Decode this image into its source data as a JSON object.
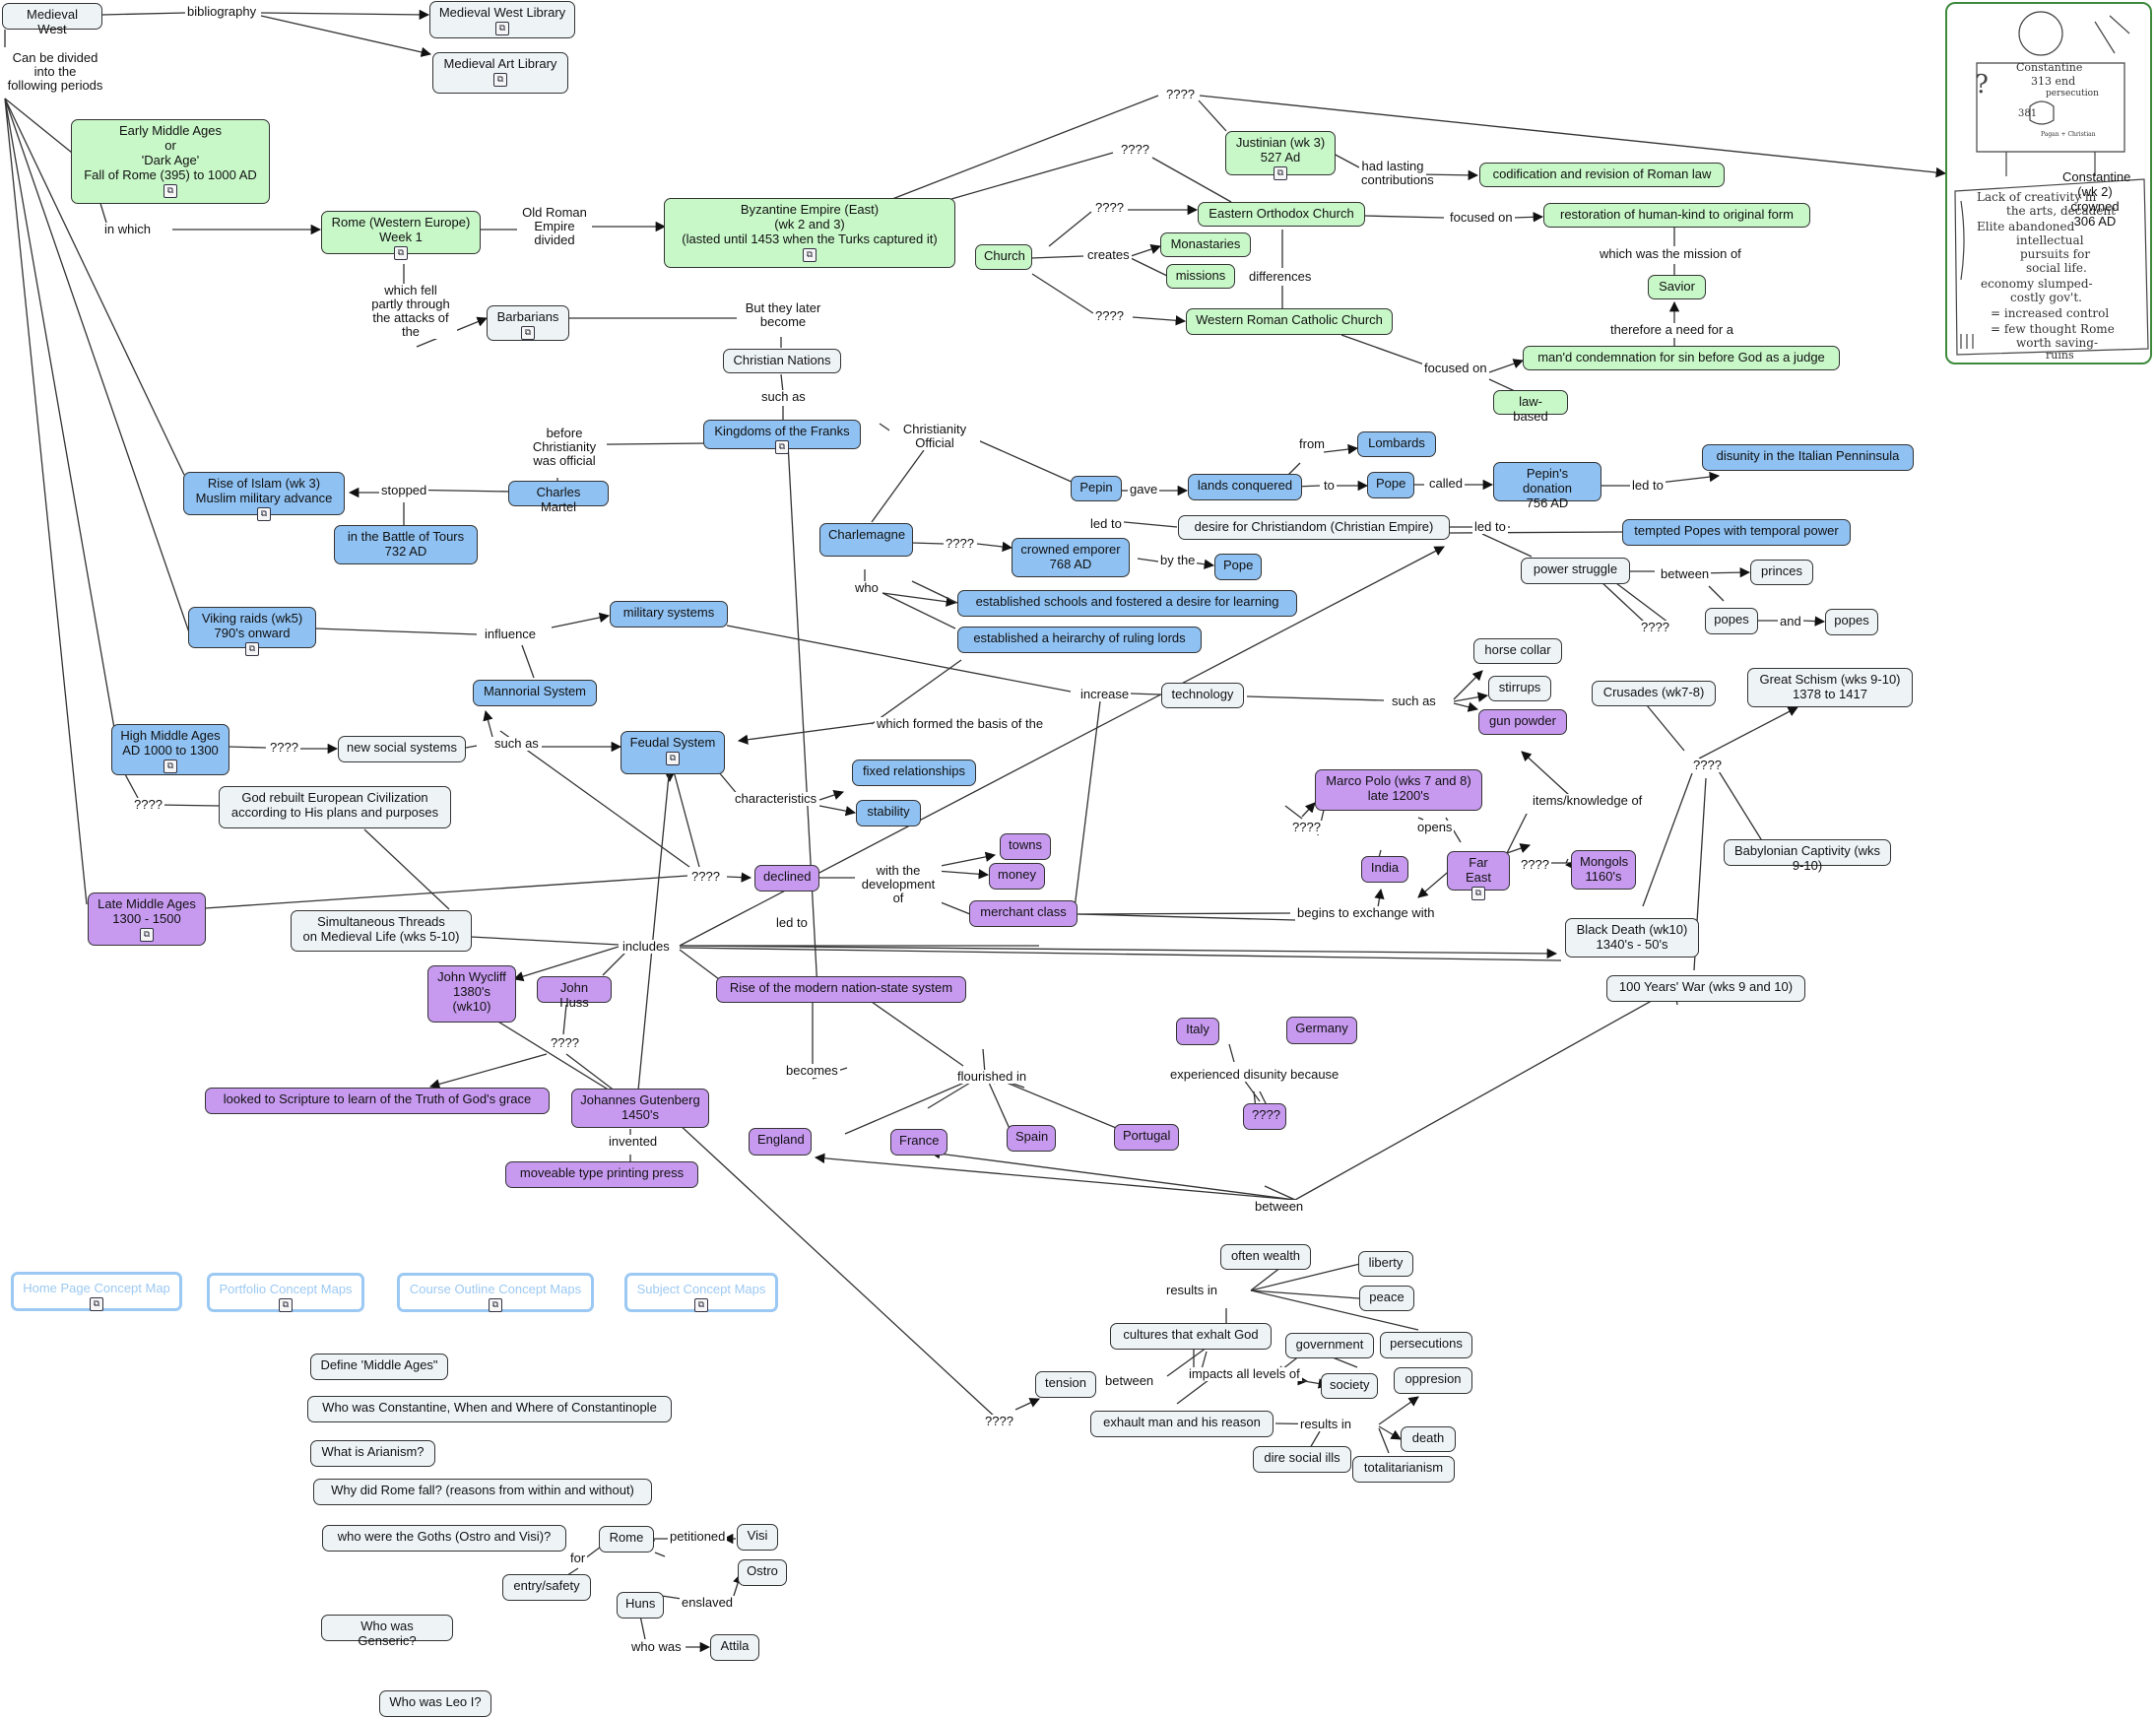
{
  "nodes": {
    "medieval_west": "Medieval West",
    "mw_library": "Medieval West Library",
    "ma_library": "Medieval Art Library",
    "early_ma": "Early Middle Ages\nor\n'Dark Age'\nFall of Rome (395) to 1000 AD",
    "rome_west": "Rome (Western Europe)\nWeek 1",
    "byzantine": "Byzantine Empire (East)\n(wk 2 and 3)\n(lasted until 1453 when the Turks captured it)",
    "barbarians": "Barbarians",
    "christian_nations": "Christian Nations",
    "justinian": "Justinian (wk 3)\n527 Ad",
    "codification": "codification and revision of Roman law",
    "eastern_orthodox": "Eastern Orthodox Church",
    "restoration": "restoration of human-kind to original form",
    "church": "Church",
    "monastaries": "Monastaries",
    "missions": "missions",
    "savior": "Savior",
    "western_catholic": "Western Roman Catholic Church",
    "condemnation": "man'd condemnation for sin before God as a judge",
    "law_based": "law-based",
    "constantine_note": "Constantine (wk 2)\ncrowned 306 AD",
    "franks": "Kingdoms of the Franks",
    "rise_islam": "Rise of Islam (wk 3)\nMuslim military advance",
    "charles_martel": "Charles Martel",
    "battle_tours": "in the Battle of Tours\n732 AD",
    "pepin": "Pepin",
    "lands_conquered": "lands conquered",
    "lombards": "Lombards",
    "pope1": "Pope",
    "pepins_donation": "Pepin's donation\n756 AD",
    "disunity_italian": "disunity in the Italian Penninsula",
    "charlemagne": "Charlemagne",
    "crowned_emporer": "crowned emporer\n768 AD",
    "pope2": "Pope",
    "desire_christiandom": "desire for Christiandom (Christian Empire)",
    "tempted_popes": "tempted Popes with temporal power",
    "power_struggle": "power struggle",
    "princes": "princes",
    "popes1": "popes",
    "popes2": "popes",
    "schools": "established schools and fostered a desire for learning",
    "hierarchy": "established a heirarchy of ruling lords",
    "viking": "Viking raids (wk5)\n790's onward",
    "military_systems": "military systems",
    "mannorial": "Mannorial System",
    "technology": "technology",
    "horse_collar": "horse collar",
    "stirrups": "stirrups",
    "gun_powder": "gun powder",
    "crusades": "Crusades (wk7-8)",
    "great_schism": "Great Schism (wks 9-10)\n1378 to 1417",
    "high_ma": "High Middle Ages\nAD 1000 to 1300",
    "new_social": "new social systems",
    "feudal": "Feudal System",
    "god_rebuilt": "God rebuilt European Civilization\naccording to His plans and purposes",
    "fixed_rel": "fixed relationships",
    "stability": "stability",
    "marco_polo": "Marco Polo (wks 7 and 8)\nlate 1200's",
    "babylonian": "Babylonian Captivity (wks 9-10)",
    "towns": "towns",
    "money": "money",
    "declined": "declined",
    "merchant": "merchant class",
    "india": "India",
    "far_east": "Far East",
    "mongols": "Mongols\n1160's",
    "late_ma": "Late Middle Ages\n1300 - 1500",
    "sim_threads": "Simultaneous Threads\non Medieval Life (wks 5-10)",
    "black_death": "Black Death (wk10)\n1340's - 50's",
    "wycliff": "John Wycliff\n1380's\n(wk10)",
    "huss": "John Huss",
    "nation_state": "Rise of the modern nation-state system",
    "hundred_years": "100 Years' War (wks 9 and 10)",
    "italy": "Italy",
    "germany": "Germany",
    "q_purple": "????",
    "scripture": "looked to Scripture to learn of the Truth of God's grace",
    "gutenberg": "Johannes Gutenberg\n1450's",
    "england": "England",
    "france": "France",
    "spain": "Spain",
    "portugal": "Portugal",
    "printing_press": "moveable type printing press",
    "often_wealth": "often wealth",
    "liberty": "liberty",
    "peace": "peace",
    "cultures_god": "cultures that exhalt God",
    "government": "government",
    "persecutions": "persecutions",
    "tension": "tension",
    "society": "society",
    "oppresion": "oppresion",
    "exhault_man": "exhault man and his reason",
    "death": "death",
    "dire_social": "dire social ills",
    "totalitarianism": "totalitarianism",
    "q_define": "Define 'Middle Ages\"",
    "q_constantine": "Who was Constantine, When and Where of Constantinople",
    "q_arianism": "What is Arianism?",
    "q_rome_fall": "Why did Rome fall? (reasons from within and without)",
    "q_goths": "who were the Goths (Ostro and Visi)?",
    "rome2": "Rome",
    "visi": "Visi",
    "ostro": "Ostro",
    "entry_safety": "entry/safety",
    "huns": "Huns",
    "attila": "Attila",
    "q_genseric": "Who was Genseric?",
    "q_leo": "Who was Leo I?"
  },
  "nav": {
    "home": "Home Page Concept Map",
    "portfolio": "Portfolio Concept Maps",
    "course": "Course Outline Concept Maps",
    "subject": "Subject Concept Maps"
  },
  "labels": {
    "bibliography": "bibliography",
    "divided": "Can be divided\ninto the\nfollowing periods",
    "in_which": "in which",
    "old_rome": "Old Roman\nEmpire\ndivided",
    "which_fell": "which fell\npartly through\nthe attacks of\nthe",
    "but_later": "But they later\nbecome",
    "such_as1": "such as",
    "q_top": "????",
    "q_justinian": "????",
    "had_lasting": "had lasting\ncontributions",
    "q_church_e": "????",
    "creates": "creates",
    "q_church_w": "????",
    "differences": "differences",
    "focused_on1": "focused on",
    "focused_on2": "focused on",
    "mission_of": "which was the mission of",
    "therefore_need": "therefore a need for a",
    "before_christianity": "before\nChristianity\nwas official",
    "christianity_official": "Christianity\nOfficial",
    "stopped": "stopped",
    "gave": "gave",
    "from": "from",
    "to": "to",
    "called": "called",
    "led_to1": "led to",
    "led_to2": "led to",
    "led_to3": "led to",
    "q_charlemagne": "????",
    "by_the": "by the",
    "who": "who",
    "between1": "between",
    "and": "and",
    "influence": "influence",
    "increase": "increase",
    "such_as2": "such as",
    "which_formed": "which formed the basis of the",
    "q_crusades": "????",
    "q_high": "????",
    "such_as3": "such as",
    "q_god": "????",
    "characteristics": "characteristics",
    "q_marco": "????",
    "opens": "opens",
    "items_knowledge": "items/knowledge of",
    "q_schism": "????",
    "q_mongols": "????",
    "q_late": "????",
    "with_development": "with the\ndevelopment of",
    "begins_exchange": "begins to exchange with",
    "led_to4": "led to",
    "includes": "includes",
    "q_wycliff": "????",
    "becomes": "becomes",
    "flourished_in": "flourished in",
    "experienced_disunity": "experienced disunity because",
    "invented": "invented",
    "between2": "between",
    "results_in1": "results in",
    "q_tension": "????",
    "between3": "between",
    "impacts_all": "impacts all levels of",
    "results_in2": "results in",
    "petitioned": "petitioned",
    "for": "for",
    "enslaved": "enslaved",
    "who_was": "who was"
  },
  "sketch": {
    "name": "Constantine",
    "lines": [
      "313 end",
      "persecution",
      "381",
      "Pagan + Christian",
      "Lack of creativity in",
      "the arts, decadent",
      "Elite abandoned",
      "intellectual",
      "pursuits for",
      "social life.",
      "economy slumped-",
      "costly gov't.",
      "= increased control",
      "= few thought Rome",
      "worth saving-",
      "ruins"
    ]
  },
  "colors": {
    "green_node": "#c8f7c8",
    "blue_node": "#8fc1f2",
    "purple_node": "#c79af0",
    "white_node": "#eef4f6",
    "nav_border": "#9cc9f3",
    "line": "#333333"
  },
  "icons": {
    "resource_link": "linked-resource-icon"
  }
}
